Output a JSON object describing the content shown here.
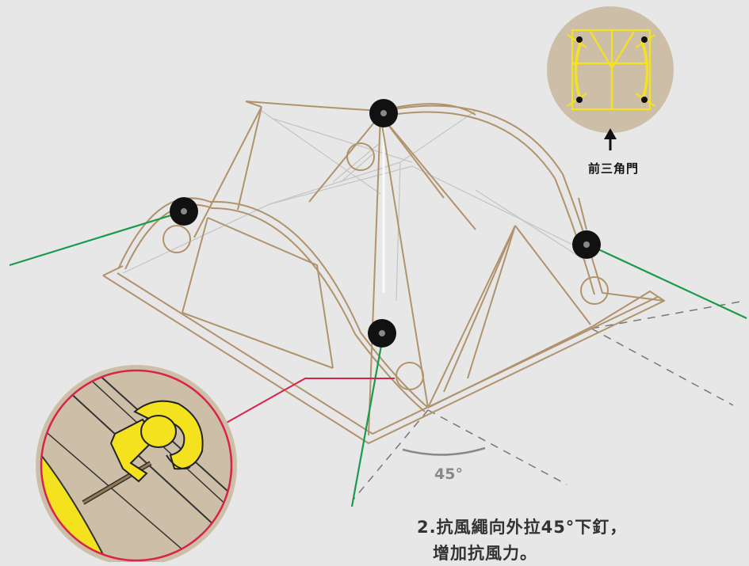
{
  "labels": {
    "front_triangle_door": "前三角門",
    "angle": "45°"
  },
  "caption": {
    "line1": "2.抗風繩向外拉45°下釘，",
    "line2": "增加抗風力。"
  },
  "colors": {
    "background": "#e7e7e7",
    "tent_frame": "#b0936c",
    "guy_line": "#1a9a4a",
    "callout_line": "#d8234a",
    "anchor_point": "#111111",
    "highlight_yellow": "#f4e21f",
    "inset_bg": "#cdbfa7",
    "dashed_ground": "#666666"
  },
  "icons": {
    "door_arrow": "arrow-up-icon"
  }
}
